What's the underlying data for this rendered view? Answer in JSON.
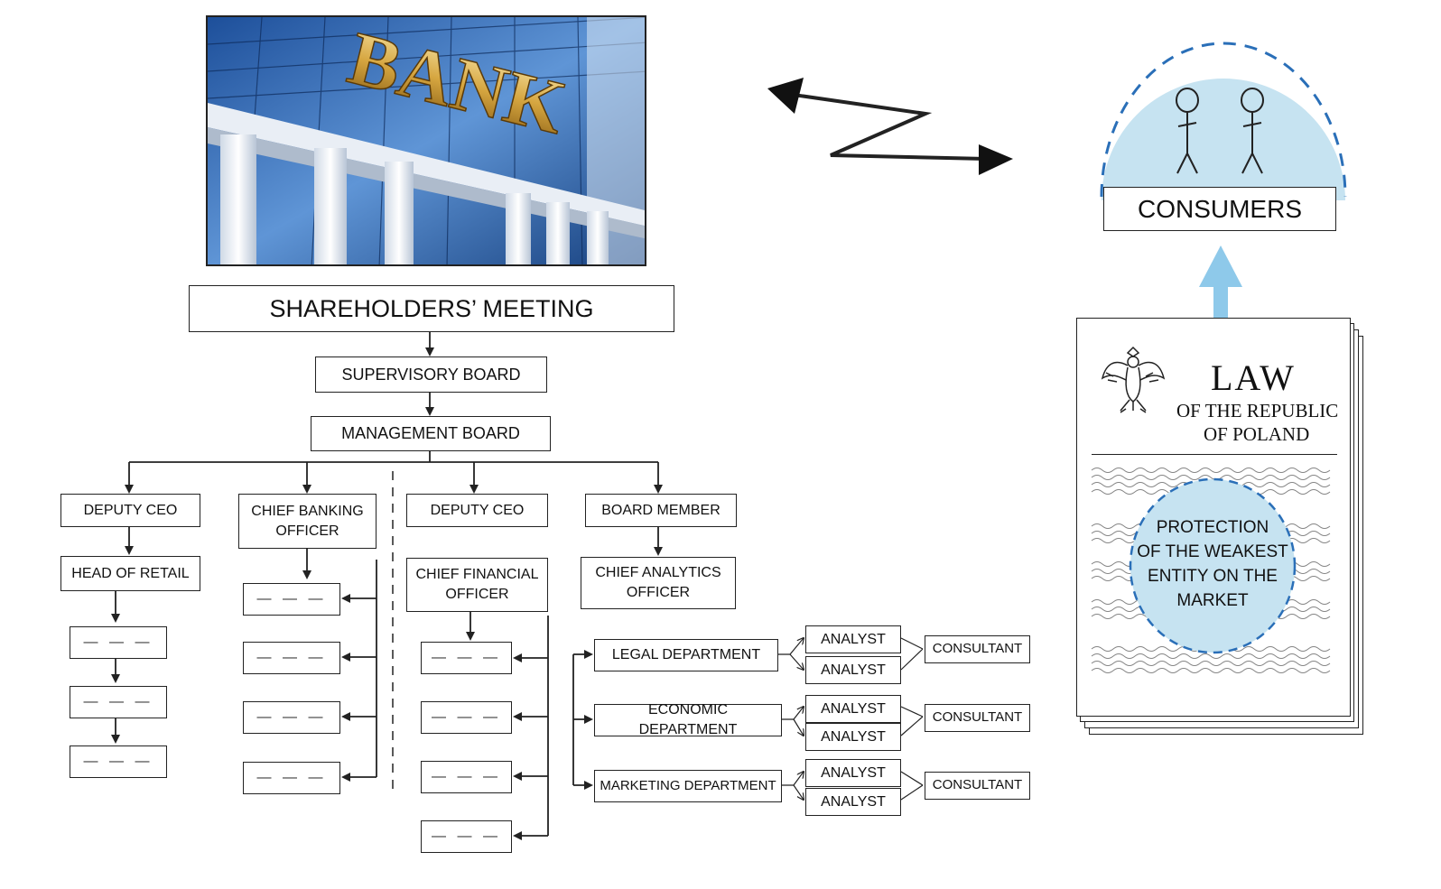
{
  "bank": {
    "sign": "BANK"
  },
  "org": {
    "shareholders": "SHAREHOLDERS’ MEETING",
    "supervisory": "SUPERVISORY BOARD",
    "management": "MANAGEMENT BOARD",
    "deputy_ceo_1": "DEPUTY CEO",
    "chief_banking_1": "CHIEF BANKING",
    "chief_banking_2": "OFFICER",
    "deputy_ceo_2": "DEPUTY CEO",
    "board_member": "BOARD MEMBER",
    "head_retail": "HEAD OF RETAIL",
    "cfo_1": "CHIEF FINANCIAL",
    "cfo_2": "OFFICER",
    "cao_1": "CHIEF ANALYTICS",
    "cao_2": "OFFICER",
    "placeholder": "— — —"
  },
  "departments": [
    {
      "name": "LEGAL DEPARTMENT",
      "analysts": [
        "ANALYST",
        "ANALYST"
      ],
      "consultant": "CONSULTANT"
    },
    {
      "name": "ECONOMIC DEPARTMENT",
      "analysts": [
        "ANALYST",
        "ANALYST"
      ],
      "consultant": "CONSULTANT"
    },
    {
      "name": "MARKETING DEPARTMENT",
      "analysts": [
        "ANALYST",
        "ANALYST"
      ],
      "consultant": "CONSULTANT"
    }
  ],
  "consumers": {
    "label": "CONSUMERS"
  },
  "law": {
    "title": "LAW",
    "subtitle_1": "OF THE REPUBLIC",
    "subtitle_2": "OF POLAND",
    "protection": [
      "PROTECTION",
      "OF THE WEAKEST",
      "ENTITY ON THE",
      "MARKET"
    ]
  },
  "colors": {
    "light_blue": "#c6e3f1",
    "arrow_blue": "#8ec9ea",
    "dashed_blue": "#2a6fb8",
    "line": "#222222"
  }
}
